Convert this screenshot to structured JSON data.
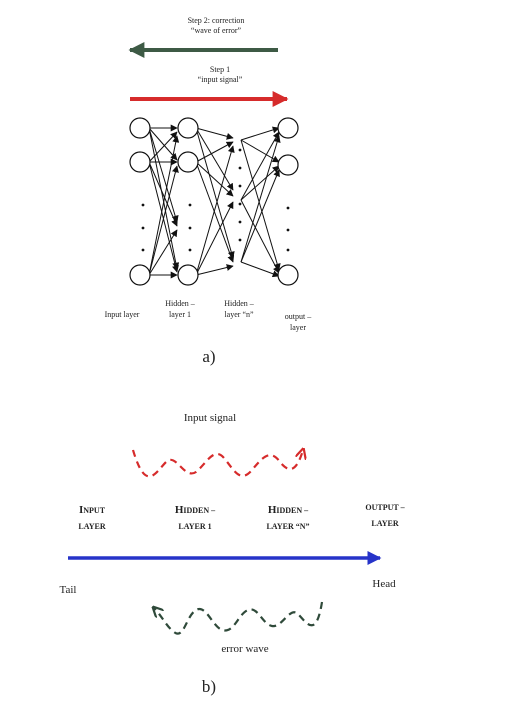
{
  "panel_a": {
    "step2": {
      "line1": "Step 2: correction",
      "line2": "“wave of error”"
    },
    "step1": {
      "line1": "Step 1",
      "line2": "“input signal”"
    },
    "layers": {
      "input": "Input layer",
      "hidden1_line1": "Hidden –",
      "hidden1_line2": "layer 1",
      "hiddenN_line1": "Hidden –",
      "hiddenN_line2": "layer “n”",
      "output_line1": "output –",
      "output_line2": "layer"
    },
    "caption": "a)",
    "colors": {
      "correction_arrow": "#3d5a45",
      "input_arrow": "#d62b2b"
    }
  },
  "panel_b": {
    "input_signal": "Input signal",
    "layers": {
      "input_1_first": "I",
      "input_1_rest": "NPUT",
      "input_2": "LAYER",
      "h1_1_first": "H",
      "h1_1_rest": "IDDEN –",
      "h1_2": "LAYER 1",
      "hn_1_first": "H",
      "hn_1_rest": "IDDEN –",
      "hn_2": "LAYER “N”",
      "out_1": "OUTPUT –",
      "out_2": "LAYER"
    },
    "tail": "Tail",
    "head": "Head",
    "error_wave": "error wave",
    "caption": "b)",
    "colors": {
      "signal_wave": "#d62b2b",
      "axis_arrow": "#2633c9",
      "error_wave": "#2f4a3a"
    }
  }
}
